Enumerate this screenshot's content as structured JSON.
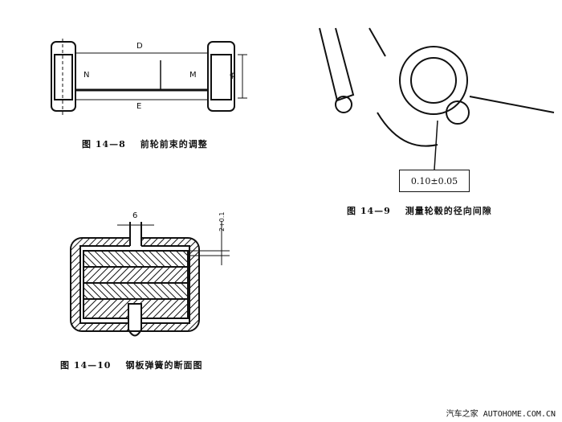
{
  "fig8": {
    "number": "图 14—8",
    "title": "前轮前束的调整",
    "labels": {
      "D": "D",
      "E": "E",
      "N": "N",
      "M": "M",
      "phi": "φ"
    }
  },
  "fig9": {
    "number": "图 14—9",
    "title": "测量轮毂的径向间隙",
    "tolerance": "0.10±0.05"
  },
  "fig10": {
    "number": "图 14—10",
    "title": "钢板弹簧的断面图",
    "dim_width": "6",
    "dim_gap": "2+0.1"
  },
  "watermark": "汽车之家 AUTOHOME.COM.CN"
}
